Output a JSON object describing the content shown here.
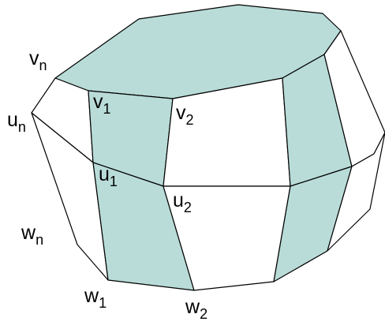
{
  "labels": {
    "v_n": {
      "base": "v",
      "sub": "n"
    },
    "v_1": {
      "base": "v",
      "sub": "1"
    },
    "v_2": {
      "base": "v",
      "sub": "2"
    },
    "u_n": {
      "base": "u",
      "sub": "n"
    },
    "u_1": {
      "base": "u",
      "sub": "1"
    },
    "u_2": {
      "base": "u",
      "sub": "2"
    },
    "w_n": {
      "base": "w",
      "sub": "n"
    },
    "w_1": {
      "base": "w",
      "sub": "1"
    },
    "w_2": {
      "base": "w",
      "sub": "2"
    }
  },
  "colors": {
    "shaded_face": "#b9dcd8",
    "edge": "#000000",
    "background": "#ffffff"
  }
}
